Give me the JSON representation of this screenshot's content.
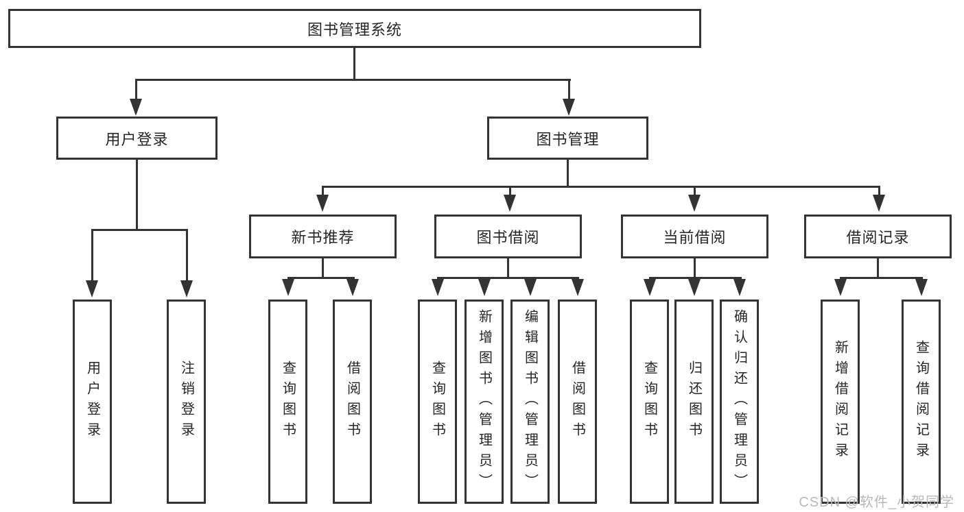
{
  "tree": {
    "label": "图书管理系统",
    "children": [
      {
        "label": "用户登录",
        "children": [
          {
            "label": "用户登录"
          },
          {
            "label": "注销登录"
          }
        ]
      },
      {
        "label": "图书管理",
        "children": [
          {
            "label": "新书推荐",
            "children": [
              {
                "label": "查询图书"
              },
              {
                "label": "借阅图书"
              }
            ]
          },
          {
            "label": "图书借阅",
            "children": [
              {
                "label": "查询图书"
              },
              {
                "label": "新增图书（管理员）"
              },
              {
                "label": "编辑图书（管理员）"
              },
              {
                "label": "借阅图书"
              }
            ]
          },
          {
            "label": "当前借阅",
            "children": [
              {
                "label": "查询图书"
              },
              {
                "label": "归还图书"
              },
              {
                "label": "确认归还（管理员）"
              }
            ]
          },
          {
            "label": "借阅记录",
            "children": [
              {
                "label": "新增借阅记录"
              },
              {
                "label": "查询借阅记录"
              }
            ]
          }
        ]
      }
    ]
  },
  "watermark": {
    "text": "CSDN @软件_小贺同学"
  },
  "colors": {
    "line": "#333333",
    "text": "#262626",
    "box_background": "#ffffff",
    "page_background": "#ffffff",
    "watermark": "#b9b9b9"
  }
}
